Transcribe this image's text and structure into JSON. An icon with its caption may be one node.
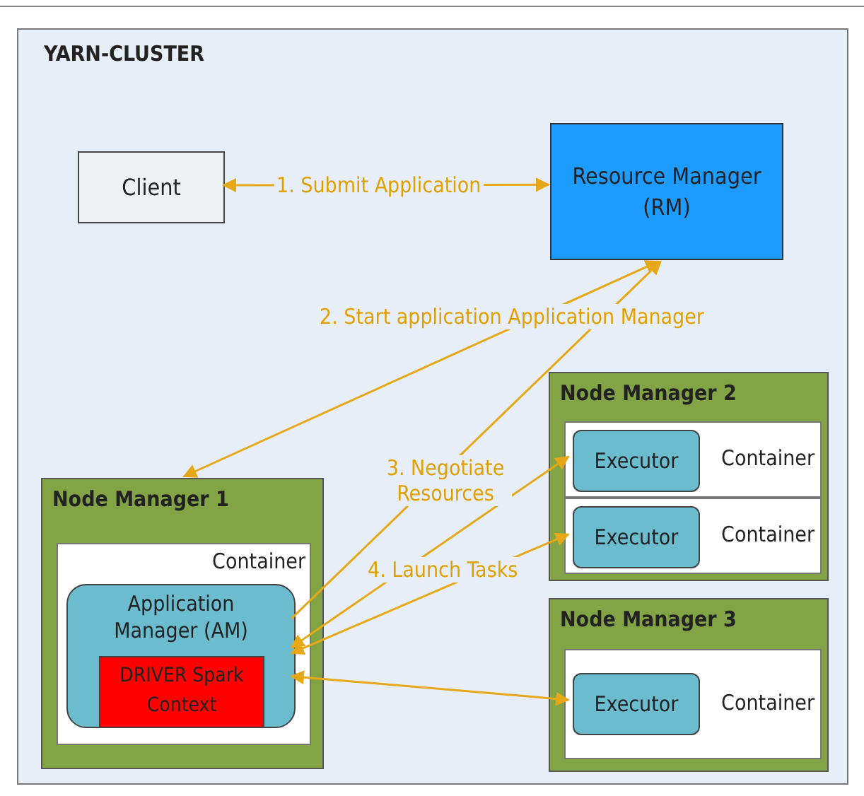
{
  "diagram": {
    "nodes": [
      {
        "text": [
          "YARN-CLUSTER"
        ]
      },
      {
        "text": [
          "Client"
        ],
        "in": 0
      },
      {
        "text": [
          "Resource Manager (RM)"
        ],
        "in": 0
      },
      {
        "text": [
          "Node Manager 1"
        ],
        "in": 0
      },
      {
        "text": [
          "Container"
        ],
        "in": 3
      },
      {
        "text": [
          "Application Manager (AM)"
        ],
        "in": 4
      },
      {
        "text": [
          "DRIVER Spark Context"
        ],
        "in": 5
      },
      {
        "text": [
          "Node Manager 2"
        ],
        "in": 0
      },
      {
        "text": [
          "Container"
        ],
        "in": 7
      },
      {
        "text": [
          "Executor"
        ],
        "in": 8
      },
      {
        "text": [
          "Container"
        ],
        "in": 7
      },
      {
        "text": [
          "Executor"
        ],
        "in": 10
      },
      {
        "text": [
          "Node Manager 3"
        ],
        "in": 0
      },
      {
        "text": [
          "Container"
        ],
        "in": 12
      },
      {
        "text": [
          "Executor"
        ],
        "in": 13
      }
    ],
    "edges": [
      {
        "from": 1,
        "to": 2,
        "arrow": "both",
        "label": "1. Submit Application"
      },
      {
        "from": 2,
        "to": 3,
        "arrow": "both",
        "label": "2. Start application Application Manager"
      },
      {
        "from": 5,
        "to": 2,
        "arrow": "to",
        "label": "3. Negotiate Resources"
      },
      {
        "from": 5,
        "to": 9,
        "arrow": "both"
      },
      {
        "from": 5,
        "to": 11,
        "arrow": "both",
        "label": "4. Launch Tasks"
      },
      {
        "from": 5,
        "to": 14,
        "arrow": "both"
      }
    ]
  }
}
